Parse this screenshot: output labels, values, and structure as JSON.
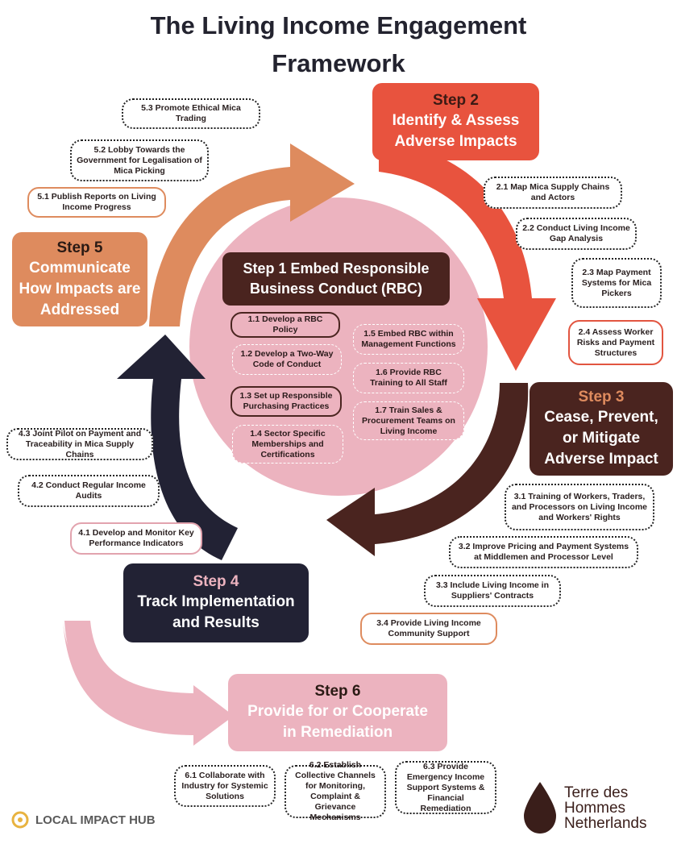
{
  "title": {
    "line1": "The Living Income Engagement",
    "line2": "Framework"
  },
  "steps": {
    "s1": {
      "title_line1": "Step 1 Embed Responsible",
      "title_line2": "Business Conduct (RBC)"
    },
    "s2": {
      "label": "Step 2",
      "line1": "Identify & Assess",
      "line2": "Adverse Impacts"
    },
    "s3": {
      "label": "Step 3",
      "line1": "Cease, Prevent,",
      "line2": "or Mitigate",
      "line3": "Adverse Impact"
    },
    "s4": {
      "label": "Step 4",
      "line1": "Track Implementation",
      "line2": "and Results"
    },
    "s5": {
      "label": "Step 5",
      "line1": "Communicate",
      "line2": "How Impacts are",
      "line3": "Addressed"
    },
    "s6": {
      "label": "Step 6",
      "line1": "Provide for or Cooperate",
      "line2": "in Remediation"
    }
  },
  "items": {
    "i1_1": "1.1 Develop a RBC Policy",
    "i1_2": "1.2 Develop a Two-Way Code of Conduct",
    "i1_3": "1.3 Set up Responsible Purchasing Practices",
    "i1_4": "1.4 Sector Specific Memberships and Certifications",
    "i1_5": "1.5 Embed RBC within Management Functions",
    "i1_6": "1.6 Provide RBC Training to All Staff",
    "i1_7": "1.7 Train Sales & Procurement Teams on Living Income",
    "i2_1": "2.1 Map Mica Supply Chains and Actors",
    "i2_2": "2.2 Conduct Living Income Gap Analysis",
    "i2_3": "2.3 Map Payment Systems for Mica Pickers",
    "i2_4": "2.4 Assess Worker Risks and Payment Structures",
    "i3_1": "3.1 Training of Workers, Traders, and Processors on Living Income and Workers' Rights",
    "i3_2": "3.2 Improve Pricing and Payment Systems at Middlemen and Processor Level",
    "i3_3": "3.3 Include Living Income in Suppliers' Contracts",
    "i3_4": "3.4 Provide Living Income Community Support",
    "i4_1": "4.1 Develop and Monitor Key Performance Indicators",
    "i4_2": "4.2 Conduct Regular Income Audits",
    "i4_3": "4.3 Joint Pilot on Payment and Traceability in Mica Supply Chains",
    "i5_1": "5.1 Publish Reports on Living Income Progress",
    "i5_2": "5.2 Lobby Towards the Government for Legalisation of Mica Picking",
    "i5_3": "5.3 Promote Ethical Mica Trading",
    "i6_1": "6.1 Collaborate with Industry for Systemic Solutions",
    "i6_2": "6.2 Establish Collective Channels for Monitoring, Complaint & Grievance Mechanisms",
    "i6_3": "6.3 Provide Emergency Income Support Systems & Financial Remediation"
  },
  "logos": {
    "left": "LOCAL IMPACT HUB",
    "right_line1": "Terre des",
    "right_line2": "Hommes",
    "right_line3": "Netherlands"
  },
  "colors": {
    "step1": "#4a241f",
    "step2": "#e8533e",
    "step3": "#4a241f",
    "step4": "#222234",
    "step5": "#de8b5e",
    "step6": "#ecb3bf",
    "circle": "#ecb3bf"
  }
}
